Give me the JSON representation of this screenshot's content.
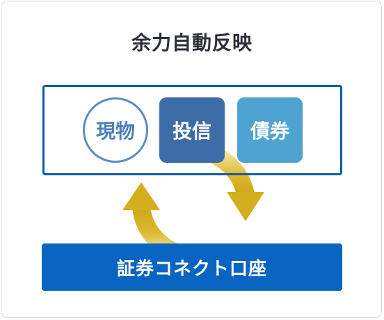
{
  "title": "余力自動反映",
  "assets": {
    "physical": "現物",
    "trust": "投信",
    "bond": "債券"
  },
  "bottom_bar": "証券コネクト口座",
  "colors": {
    "frame": "#0f5aa8",
    "physical_text": "#4d7fb8",
    "trust_bg": "#3d6da6",
    "bond_bg": "#4fa3d0",
    "bar_bg": "#0a64c2",
    "arrow": "#d4ae1e"
  },
  "icons": [
    "cycle-arrows-icon"
  ]
}
